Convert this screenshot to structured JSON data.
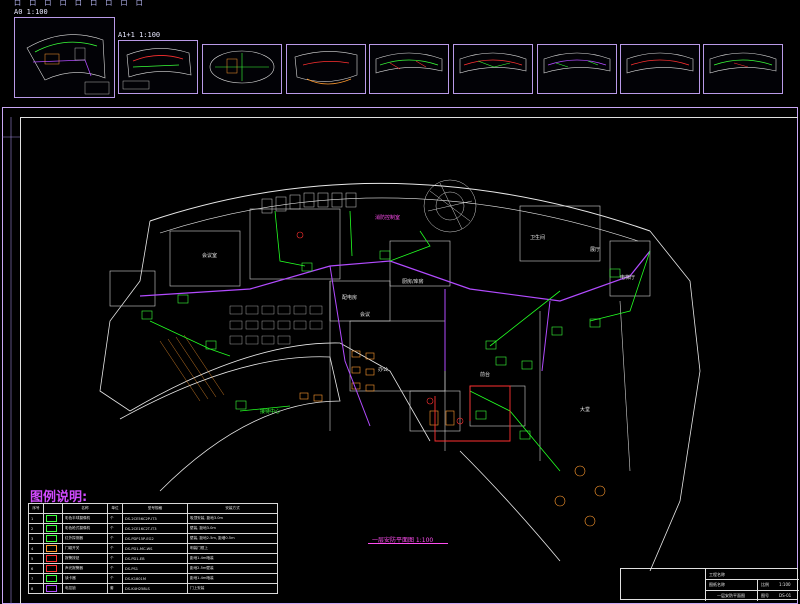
{
  "top_strip": {
    "scale_a0": "A0 1:100",
    "scale_a1": "A1+1  1:100",
    "header_marks": "口 口 口 口 口 口 口 口 口"
  },
  "thumbnails": [
    {
      "name": "thumb-1"
    },
    {
      "name": "thumb-2"
    },
    {
      "name": "thumb-3"
    },
    {
      "name": "thumb-4"
    },
    {
      "name": "thumb-5"
    },
    {
      "name": "thumb-6"
    },
    {
      "name": "thumb-7"
    },
    {
      "name": "thumb-8"
    },
    {
      "name": "thumb-9"
    }
  ],
  "plan": {
    "title": "一层安防平面图 1:100",
    "rooms": [
      "会议室",
      "消防控制室",
      "配电房",
      "会议",
      "厨房/库房",
      "办公",
      "前台",
      "大堂",
      "接待中心",
      "展厅",
      "卫生间",
      "电梯厅"
    ]
  },
  "legend": {
    "title": "图例说明:",
    "headers": [
      "序号",
      "名称",
      "单位",
      "型号规格",
      "安装方式"
    ],
    "rows": [
      [
        "1",
        "彩色半球摄像机",
        "个",
        "DS-2CE56C2P-IT3",
        "吸顶安装, 距地3.0m"
      ],
      [
        "2",
        "彩色枪式摄像机",
        "个",
        "DS-2CE16C2T-IT3",
        "壁装, 距地3.0m"
      ],
      [
        "3",
        "红外探测器",
        "个",
        "DS-PDP15P-EG2",
        "壁装, 距地2.5m, 距墙0.5m"
      ],
      [
        "4",
        "门磁开关",
        "个",
        "DS-PD1-MC-WS",
        "明装门框上"
      ],
      [
        "5",
        "报警按钮",
        "个",
        "DS-PD1-EB",
        "距地1.4m暗装"
      ],
      [
        "6",
        "声光报警器",
        "个",
        "DS-PS1",
        "距地2.5m壁装"
      ],
      [
        "7",
        "读卡器",
        "个",
        "DS-K1801M",
        "距地1.4m暗装"
      ],
      [
        "8",
        "电控锁",
        "套",
        "DS-K4H258LS",
        "门上安装"
      ]
    ]
  },
  "title_block": {
    "project_label": "工程名称",
    "drawing_label": "图纸名称",
    "drawing_name": "一层安防平面图",
    "scale_label": "比例",
    "scale_value": "1:100",
    "number_label": "图号",
    "number_value": "DS-01"
  },
  "colors": {
    "background": "#000000",
    "frame": "#c9a7f5",
    "walls": "#e8e8e8",
    "cable_purple": "#b24bff",
    "cable_green": "#22ff22",
    "cable_red": "#ff3030",
    "device_green": "#39ff39",
    "furniture_orange": "#ff9a2e",
    "title_magenta": "#ff4df0"
  }
}
